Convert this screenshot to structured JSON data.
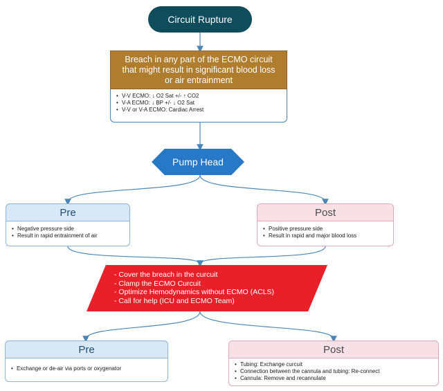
{
  "start": {
    "label": "Circuit Rupture"
  },
  "breach": {
    "title": "Breach in any part of the ECMO circuit that might result in significant blood loss or air entrainment",
    "signs": [
      "V-V ECMO: ↓ O2 Sat +/- ↑ CO2",
      "V-A ECMO: ↓ BP +/- ↓ O2 Sat",
      "V-V or V-A ECMO: Cardiac Arrest"
    ]
  },
  "pump": {
    "label": "Pump Head"
  },
  "pump_pre": {
    "title": "Pre",
    "items": [
      "Negative pressure side",
      "Result in rapid entrainment of air"
    ]
  },
  "pump_post": {
    "title": "Post",
    "items": [
      "Positive pressure side",
      "Result in rapid and major blood loss"
    ]
  },
  "actions": {
    "items": [
      "- Cover the breach in the curcuit",
      "- Clamp the ECMO Curcuit",
      "- Optimize Hemodynamics without ECMO (ACLS)",
      "- Call for help (ICU and ECMO Team)"
    ]
  },
  "fix_pre": {
    "title": "Pre",
    "items": [
      "Exchange or de-air via ports or oxygenator"
    ]
  },
  "fix_post": {
    "title": "Post",
    "items": [
      "Tubing: Exchange curcuit",
      "Connection between the cannula and tubing: Re-connect",
      "Cannula: Remove and recannulate"
    ]
  },
  "colors": {
    "start": "#0f4c5c",
    "breach_header": "#b07d2e",
    "pump": "#2878c8",
    "pre_header": "#d8e8f7",
    "post_header": "#f8e1e6",
    "action": "#e8202a",
    "connector": "#4a86b6"
  }
}
